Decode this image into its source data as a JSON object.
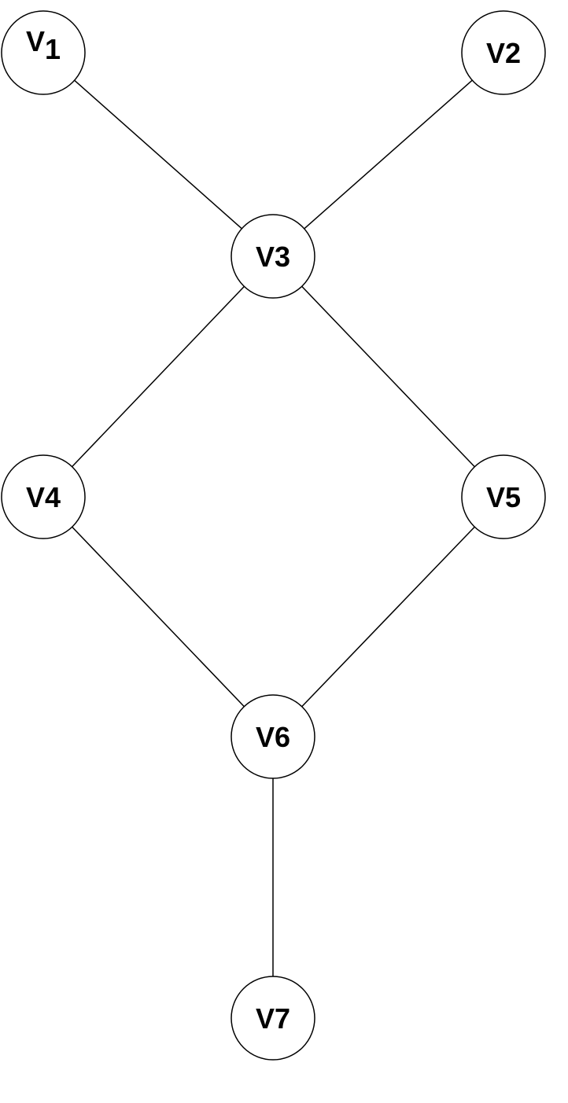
{
  "graph": {
    "nodes": [
      {
        "id": "v1",
        "label": "V",
        "subscript": "1"
      },
      {
        "id": "v2",
        "label": "V2",
        "subscript": ""
      },
      {
        "id": "v3",
        "label": "V3",
        "subscript": ""
      },
      {
        "id": "v4",
        "label": "V4",
        "subscript": ""
      },
      {
        "id": "v5",
        "label": "V5",
        "subscript": ""
      },
      {
        "id": "v6",
        "label": "V6",
        "subscript": ""
      },
      {
        "id": "v7",
        "label": "V7",
        "subscript": ""
      }
    ],
    "edges": [
      {
        "from": "v1",
        "to": "v3"
      },
      {
        "from": "v2",
        "to": "v3"
      },
      {
        "from": "v3",
        "to": "v4"
      },
      {
        "from": "v3",
        "to": "v5"
      },
      {
        "from": "v4",
        "to": "v6"
      },
      {
        "from": "v5",
        "to": "v6"
      },
      {
        "from": "v6",
        "to": "v7"
      }
    ],
    "colors": {
      "stroke": "#000000",
      "fill": "#ffffff",
      "text": "#000000"
    }
  }
}
